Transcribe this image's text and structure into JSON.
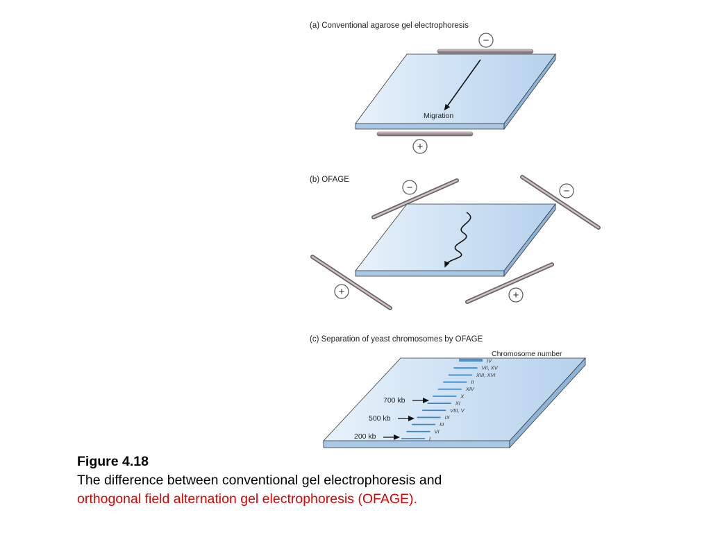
{
  "panels": {
    "a": {
      "title": "(a) Conventional agarose gel electrophoresis",
      "migration_label": "Migration",
      "neg_sign": "−",
      "pos_sign": "+"
    },
    "b": {
      "title": "(b) OFAGE",
      "neg_sign": "−",
      "pos_sign": "+"
    },
    "c": {
      "title": "(c) Separation of yeast chromosomes by OFAGE",
      "chromosome_header": "Chromosome number",
      "markers": [
        "700 kb",
        "500 kb",
        "200 kb"
      ],
      "chromosomes": [
        "IV",
        "VII, XV",
        "XIII, XVI",
        "II",
        "XIV",
        "X",
        "XI",
        "VIII, V",
        "IX",
        "III",
        "VI",
        "I"
      ]
    }
  },
  "caption": {
    "figure": "Figure 4.18",
    "line1": "The difference between conventional gel electrophoresis and",
    "line2": "orthogonal field alternation gel electrophoresis (OFAGE)."
  },
  "colors": {
    "gel_light": "#e6f1fb",
    "gel_dark": "#b7d3ee",
    "band": "#3a86c8",
    "caption_red": "#e00000"
  }
}
